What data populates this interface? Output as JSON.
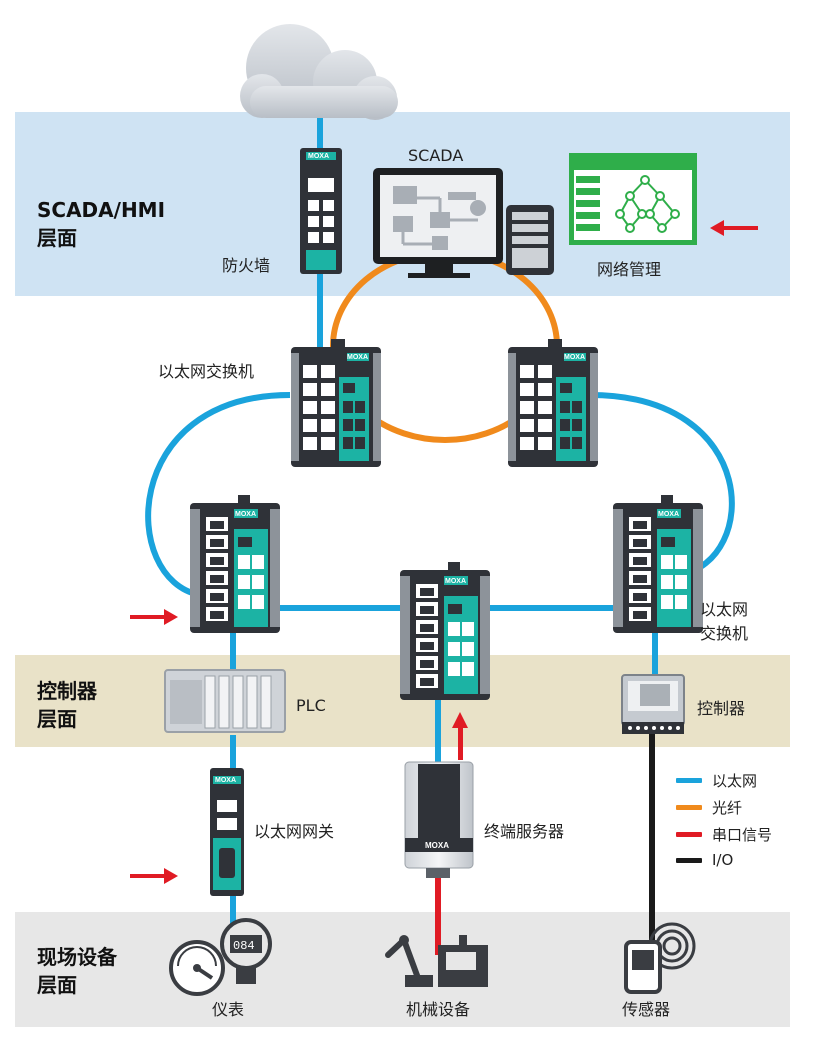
{
  "layers": {
    "scada": {
      "line1": "SCADA/HMI",
      "line2": "层面"
    },
    "controller": {
      "line1": "控制器",
      "line2": "层面"
    },
    "field": {
      "line1": "现场设备",
      "line2": "层面"
    }
  },
  "labels": {
    "scada": "SCADA",
    "firewall": "防火墙",
    "network_mgmt": "网络管理",
    "ethernet_switch_top": "以太网交换机",
    "ethernet_switch_right_line1": "以太网",
    "ethernet_switch_right_line2": "交换机",
    "plc": "PLC",
    "controller": "控制器",
    "gateway": "以太网网关",
    "terminal_server": "终端服务器",
    "meter": "仪表",
    "machinery": "机械设备",
    "sensor": "传感器",
    "device_brand": "MOXA",
    "meter_display": "084"
  },
  "legend": [
    {
      "label": "以太网",
      "color": "#1aa3dc"
    },
    {
      "label": "光纤",
      "color": "#f08a1c"
    },
    {
      "label": "串口信号",
      "color": "#e01b24"
    },
    {
      "label": "I/O",
      "color": "#1a1a1a"
    }
  ],
  "colors": {
    "ethernet": "#1aa3dc",
    "fiber": "#f08a1c",
    "serial": "#e01b24",
    "io": "#1a1a1a",
    "scada_band": "#cfe3f3",
    "controller_band": "#e9e2c8",
    "field_band": "#e7e7e7",
    "accent_teal": "#1cb3a4",
    "nm_green": "#2fae4a"
  }
}
